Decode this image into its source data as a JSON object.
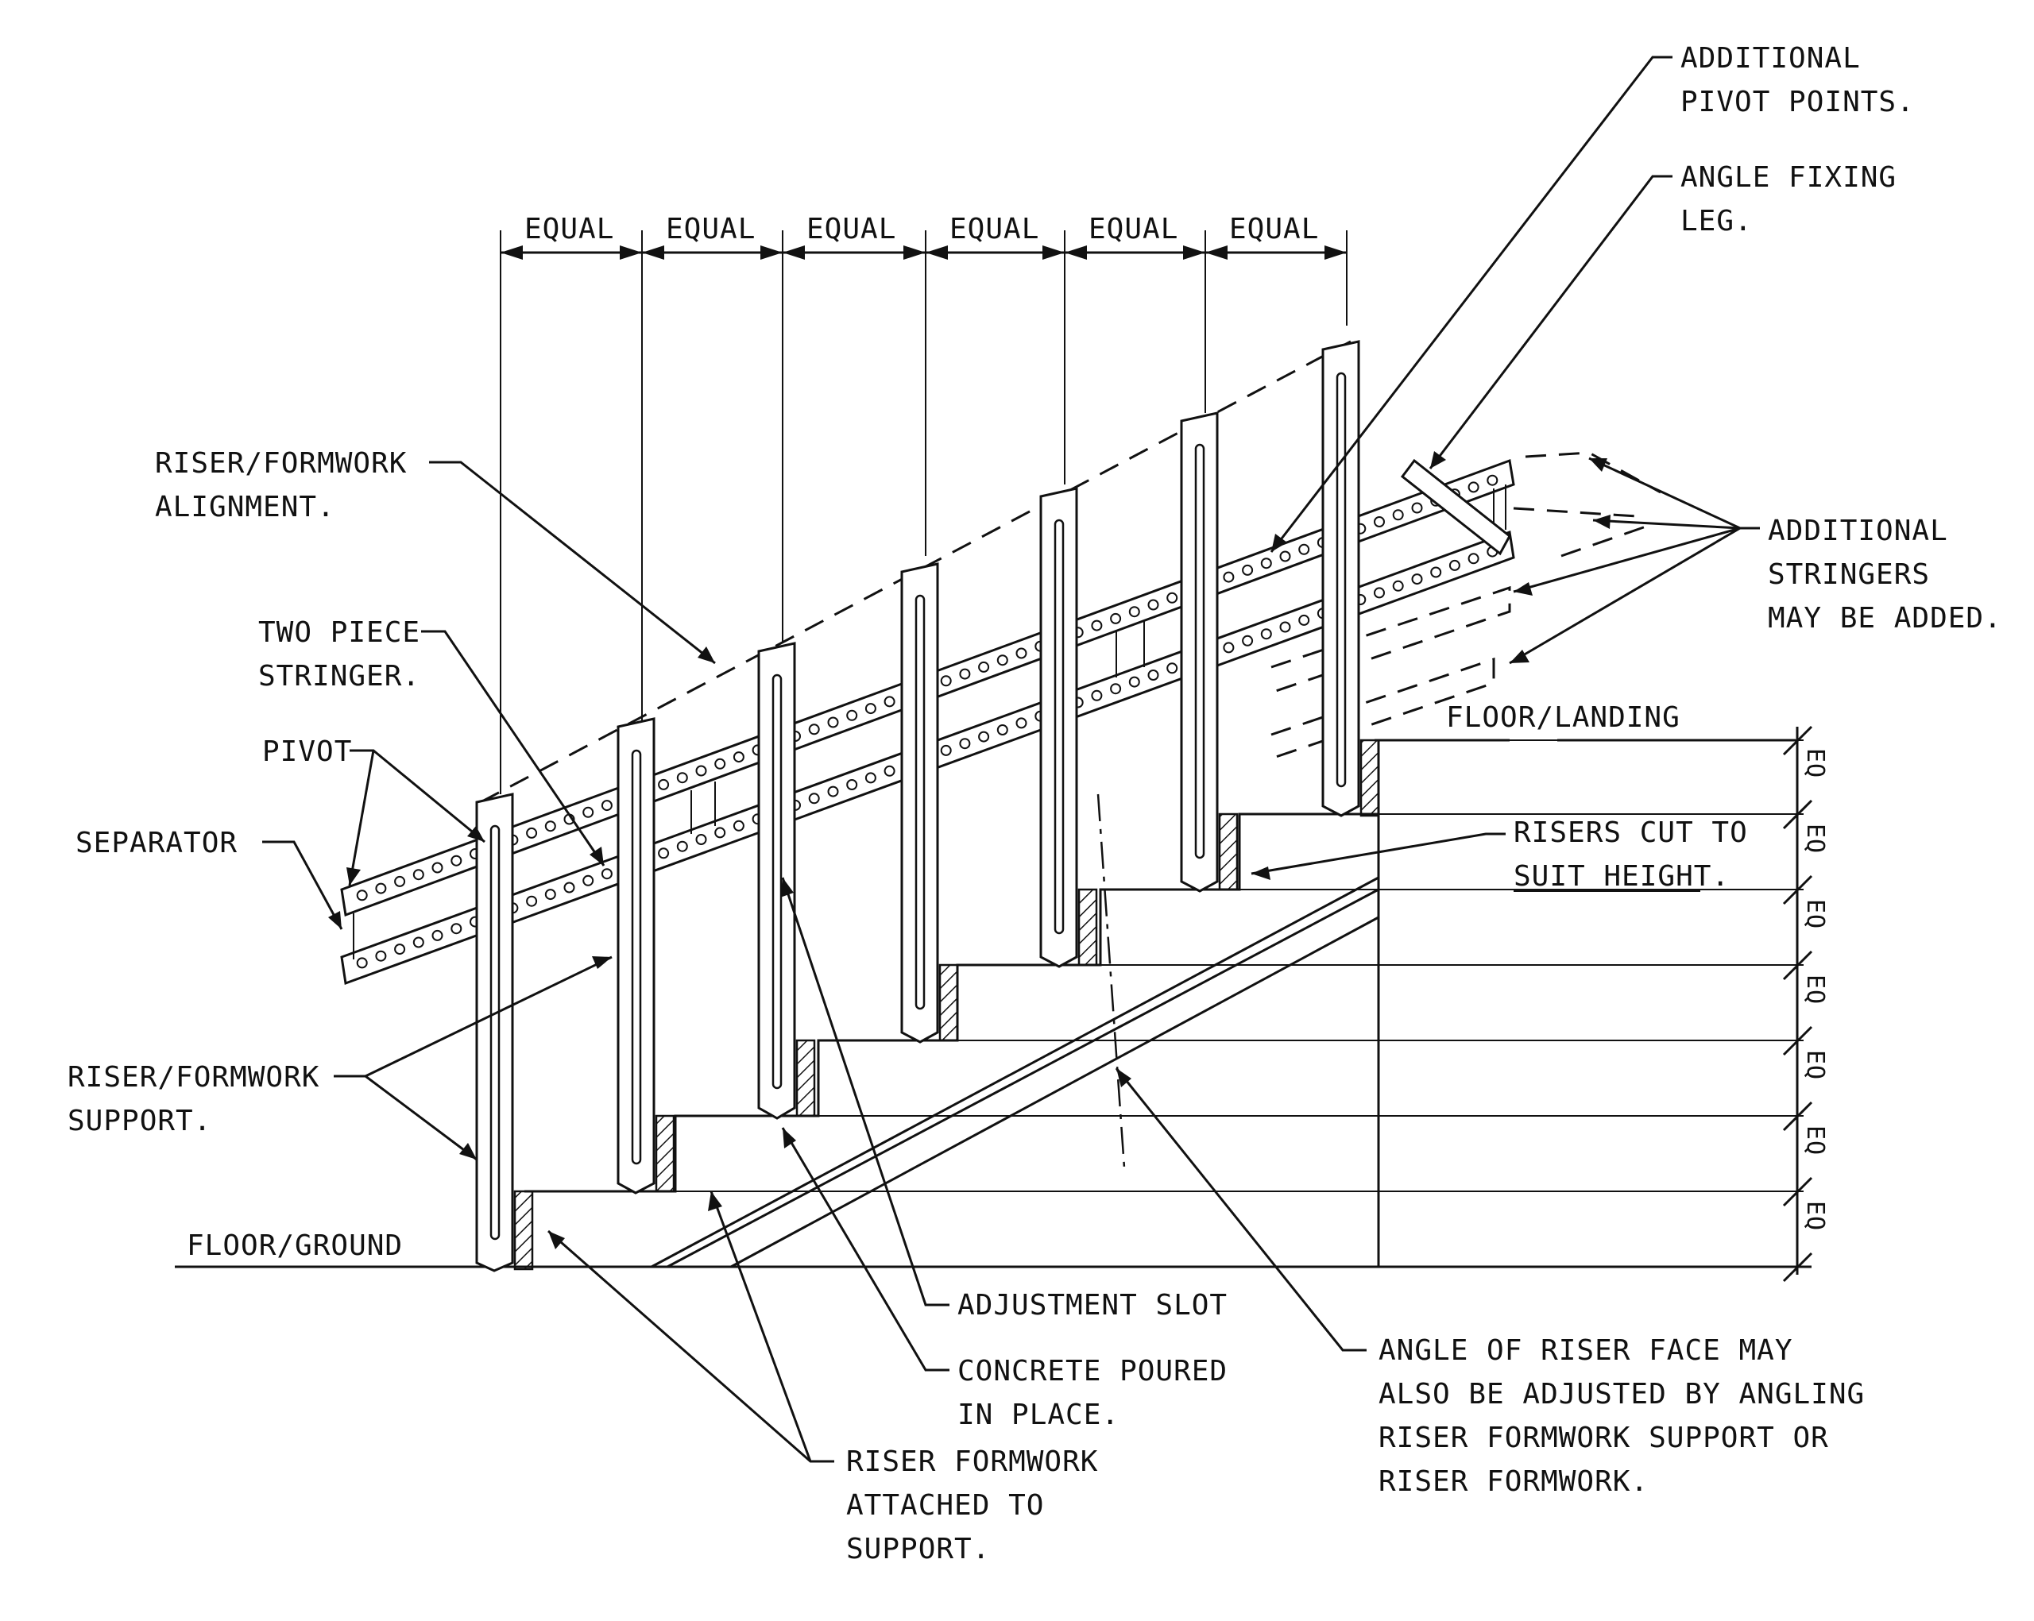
{
  "labels": {
    "additional_pivot": [
      "ADDITIONAL",
      "PIVOT POINTS."
    ],
    "angle_fixing_leg": [
      "ANGLE FIXING",
      "LEG."
    ],
    "equal_tag": "EQUAL",
    "riser_alignment": [
      "RISER/FORMWORK",
      "ALIGNMENT."
    ],
    "additional_stringers": [
      "ADDITIONAL",
      "STRINGERS",
      "MAY BE ADDED."
    ],
    "two_piece_stringer": [
      "TWO PIECE",
      "STRINGER."
    ],
    "floor_landing": "FLOOR/LANDING",
    "pivot": "PIVOT",
    "separator": "SEPARATOR",
    "risers_cut": [
      "RISERS CUT TO",
      "SUIT HEIGHT."
    ],
    "riser_support": [
      "RISER/FORMWORK",
      "SUPPORT."
    ],
    "floor_ground": "FLOOR/GROUND",
    "adjustment_slot": "ADJUSTMENT SLOT",
    "concrete_poured": [
      "CONCRETE POURED",
      "IN PLACE."
    ],
    "angle_riser_face": [
      "ANGLE OF RISER FACE MAY",
      "ALSO BE ADJUSTED BY ANGLING",
      "RISER FORMWORK SUPPORT OR",
      "RISER FORMWORK."
    ],
    "riser_attached": [
      "RISER FORMWORK",
      "ATTACHED TO",
      "SUPPORT."
    ],
    "eq_tag": "EQ"
  }
}
